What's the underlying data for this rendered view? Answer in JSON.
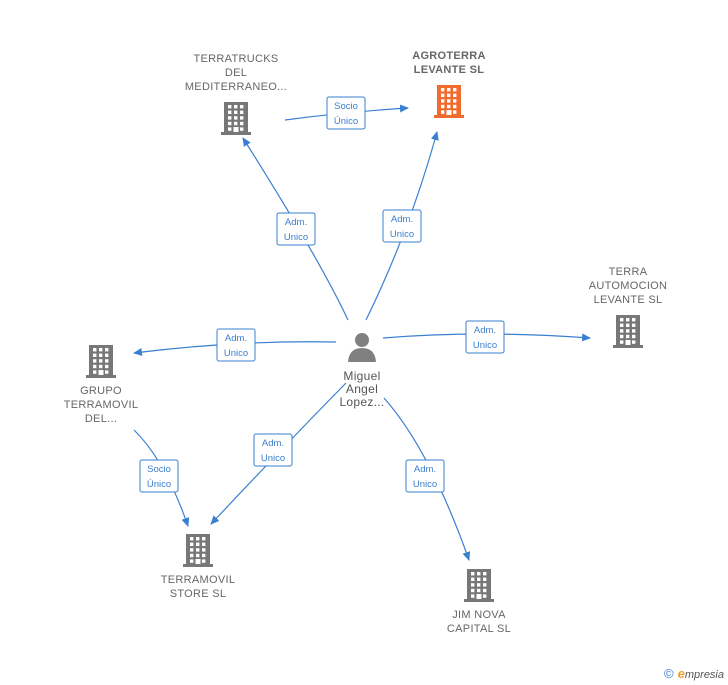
{
  "colors": {
    "edge": "#3a7fd0",
    "company": "#777777",
    "highlight": "#f26b2e",
    "person": "#808080"
  },
  "nodes": [
    {
      "id": "terratrucks",
      "kind": "company",
      "lines": [
        "TERRATRUCKS",
        "DEL",
        "MEDITERRANEO..."
      ]
    },
    {
      "id": "agroterra",
      "kind": "company",
      "highlight": true,
      "lines": [
        "AGROTERRA",
        "LEVANTE  SL"
      ]
    },
    {
      "id": "terra_automocion",
      "kind": "company",
      "lines": [
        "TERRA",
        "AUTOMOCION",
        "LEVANTE  SL"
      ]
    },
    {
      "id": "grupo_terramovil",
      "kind": "company",
      "lines": [
        "GRUPO",
        "TERRAMOVIL",
        "DEL..."
      ]
    },
    {
      "id": "terramovil_store",
      "kind": "company",
      "lines": [
        "TERRAMOVIL",
        "STORE  SL"
      ]
    },
    {
      "id": "jim_nova",
      "kind": "company",
      "lines": [
        "JIM NOVA",
        "CAPITAL  SL"
      ]
    },
    {
      "id": "miguel",
      "kind": "person",
      "lines": [
        "Miguel",
        "Angel",
        "Lopez..."
      ]
    }
  ],
  "edges": [
    {
      "id": "e1",
      "from": "miguel",
      "to": "terratrucks",
      "label": [
        "Adm.",
        "Unico"
      ]
    },
    {
      "id": "e2",
      "from": "miguel",
      "to": "agroterra",
      "label": [
        "Adm.",
        "Unico"
      ]
    },
    {
      "id": "e3",
      "from": "miguel",
      "to": "terra_automocion",
      "label": [
        "Adm.",
        "Unico"
      ]
    },
    {
      "id": "e4",
      "from": "miguel",
      "to": "grupo_terramovil",
      "label": [
        "Adm.",
        "Unico"
      ]
    },
    {
      "id": "e5",
      "from": "miguel",
      "to": "terramovil_store",
      "label": [
        "Adm.",
        "Unico"
      ]
    },
    {
      "id": "e6",
      "from": "miguel",
      "to": "jim_nova",
      "label": [
        "Adm.",
        "Unico"
      ]
    },
    {
      "id": "e7",
      "from": "terratrucks",
      "to": "agroterra",
      "label": [
        "Socio",
        "Único"
      ]
    },
    {
      "id": "e8",
      "from": "grupo_terramovil",
      "to": "terramovil_store",
      "label": [
        "Socio",
        "Único"
      ]
    }
  ],
  "footer": {
    "copyright": "©",
    "brand_initial": "e",
    "brand_rest": "mpresia"
  }
}
